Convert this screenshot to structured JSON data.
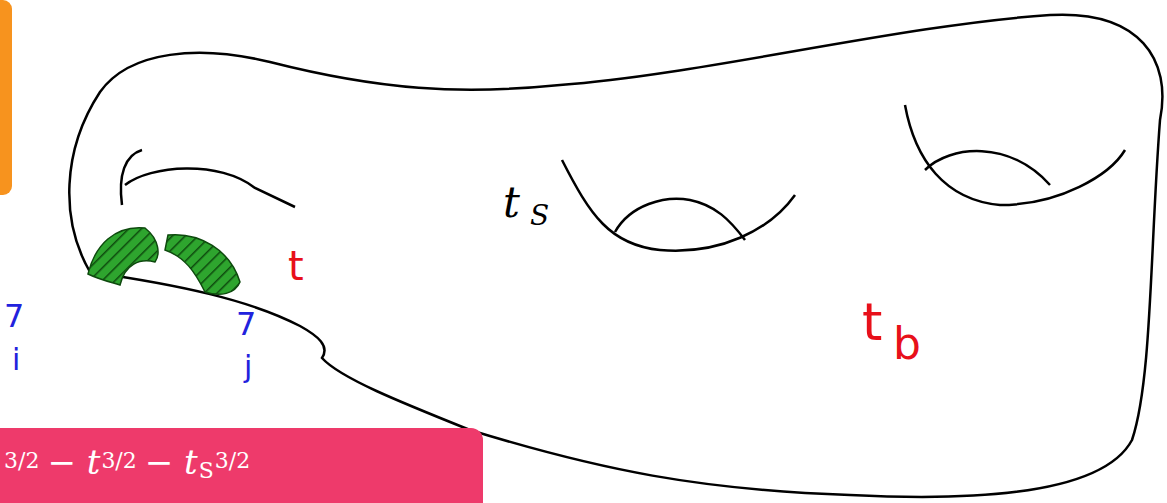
{
  "diagram": {
    "nodes": [
      {
        "text": [
          "3/2",
          "− t",
          "3/2",
          "− t",
          "S",
          "3/2"
        ]
      }
    ],
    "labels": [
      "7",
      "i",
      "7",
      "j",
      "t",
      "S",
      "t",
      "t",
      "b"
    ]
  }
}
